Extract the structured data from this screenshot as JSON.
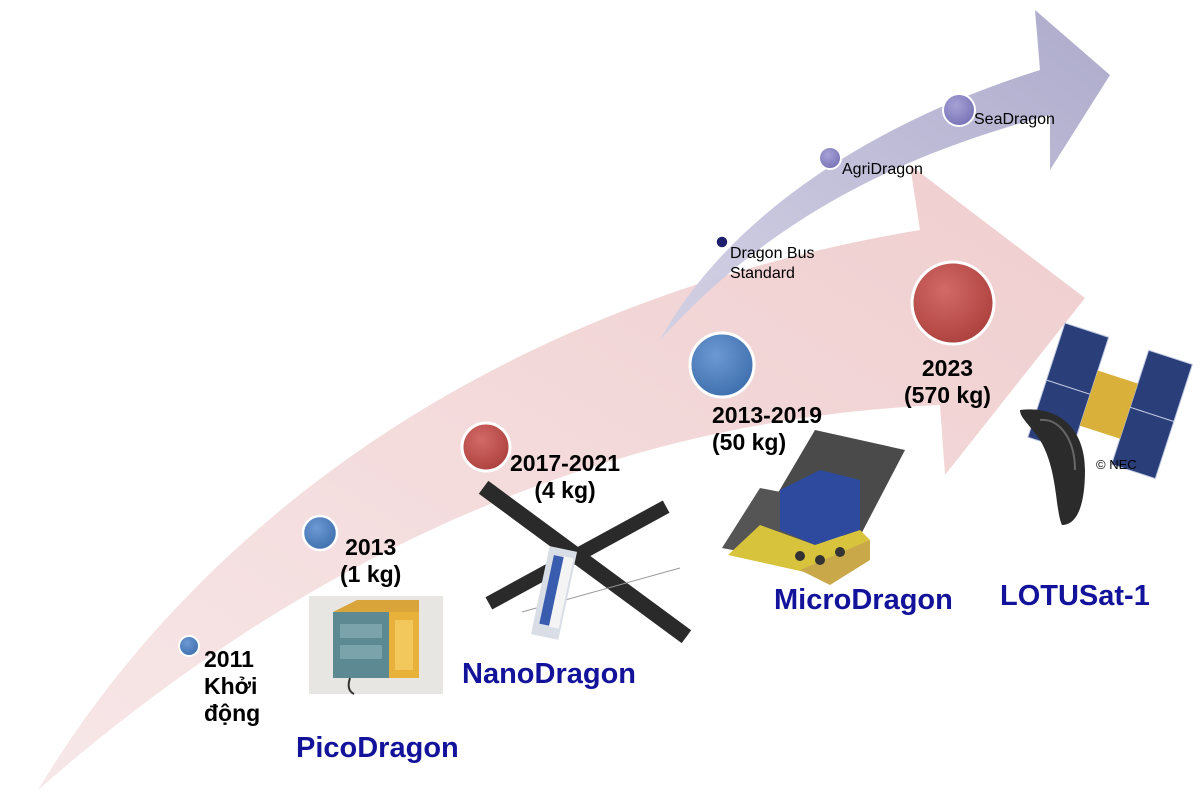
{
  "milestones": [
    {
      "year": "2011",
      "line2": "Khởi",
      "line3": "động"
    },
    {
      "year": "2013",
      "line2": "(1 kg)"
    },
    {
      "year": "2017-2021",
      "line2": "(4 kg)"
    },
    {
      "year": "2013-2019",
      "line2": "(50 kg)"
    },
    {
      "year": "2023",
      "line2": "(570 kg)"
    }
  ],
  "satellites": [
    "PicoDragon",
    "NanoDragon",
    "MicroDragon",
    "LOTUSat-1"
  ],
  "branch": {
    "dragon_bus_line1": "Dragon Bus",
    "dragon_bus_line2": "Standard",
    "agri": "AgriDragon",
    "sea": "SeaDragon"
  },
  "credit": "© NEC",
  "colors": {
    "main_arrow": "#f2d3d4",
    "branch_arrow": "#b9b7d4",
    "blue_dot": "#4a7ebb",
    "red_dot": "#c0504d",
    "purple_dot": "#8a85c4",
    "navy_dot": "#1f1f6e",
    "title_blue": "#12129a"
  }
}
